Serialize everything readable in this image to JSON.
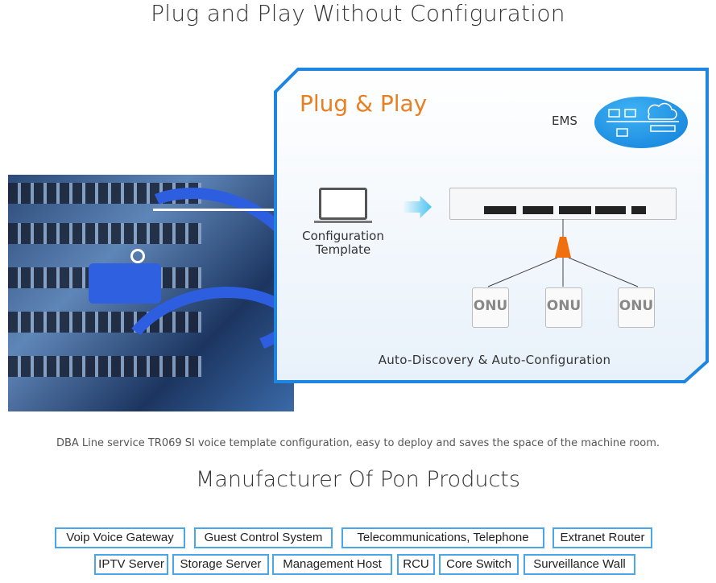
{
  "title": "Plug and Play Without Configuration",
  "panel": {
    "heading": "Plug & Play",
    "ems_label": "EMS",
    "config_label_line1": "Configuration",
    "config_label_line2": "Template",
    "onu_label": "ONU",
    "caption": "Auto-Discovery & Auto-Configuration"
  },
  "description": "DBA Line service TR069 SI voice template configuration, easy to deploy and saves the space of the machine room.",
  "section_title": "Manufacturer Of  Pon Products",
  "tags_row1": [
    "Voip Voice Gateway",
    "Guest Control System",
    "Telecommunications, Telephone",
    "Extranet Router"
  ],
  "tags_row2": [
    "IPTV Server",
    "Storage Server",
    "Management Host",
    "RCU",
    "Core Switch",
    "Surveillance Wall"
  ],
  "colors": {
    "accent": "#1e86e0",
    "heading": "#e87f22",
    "tag_border": "#4aa6ea"
  }
}
